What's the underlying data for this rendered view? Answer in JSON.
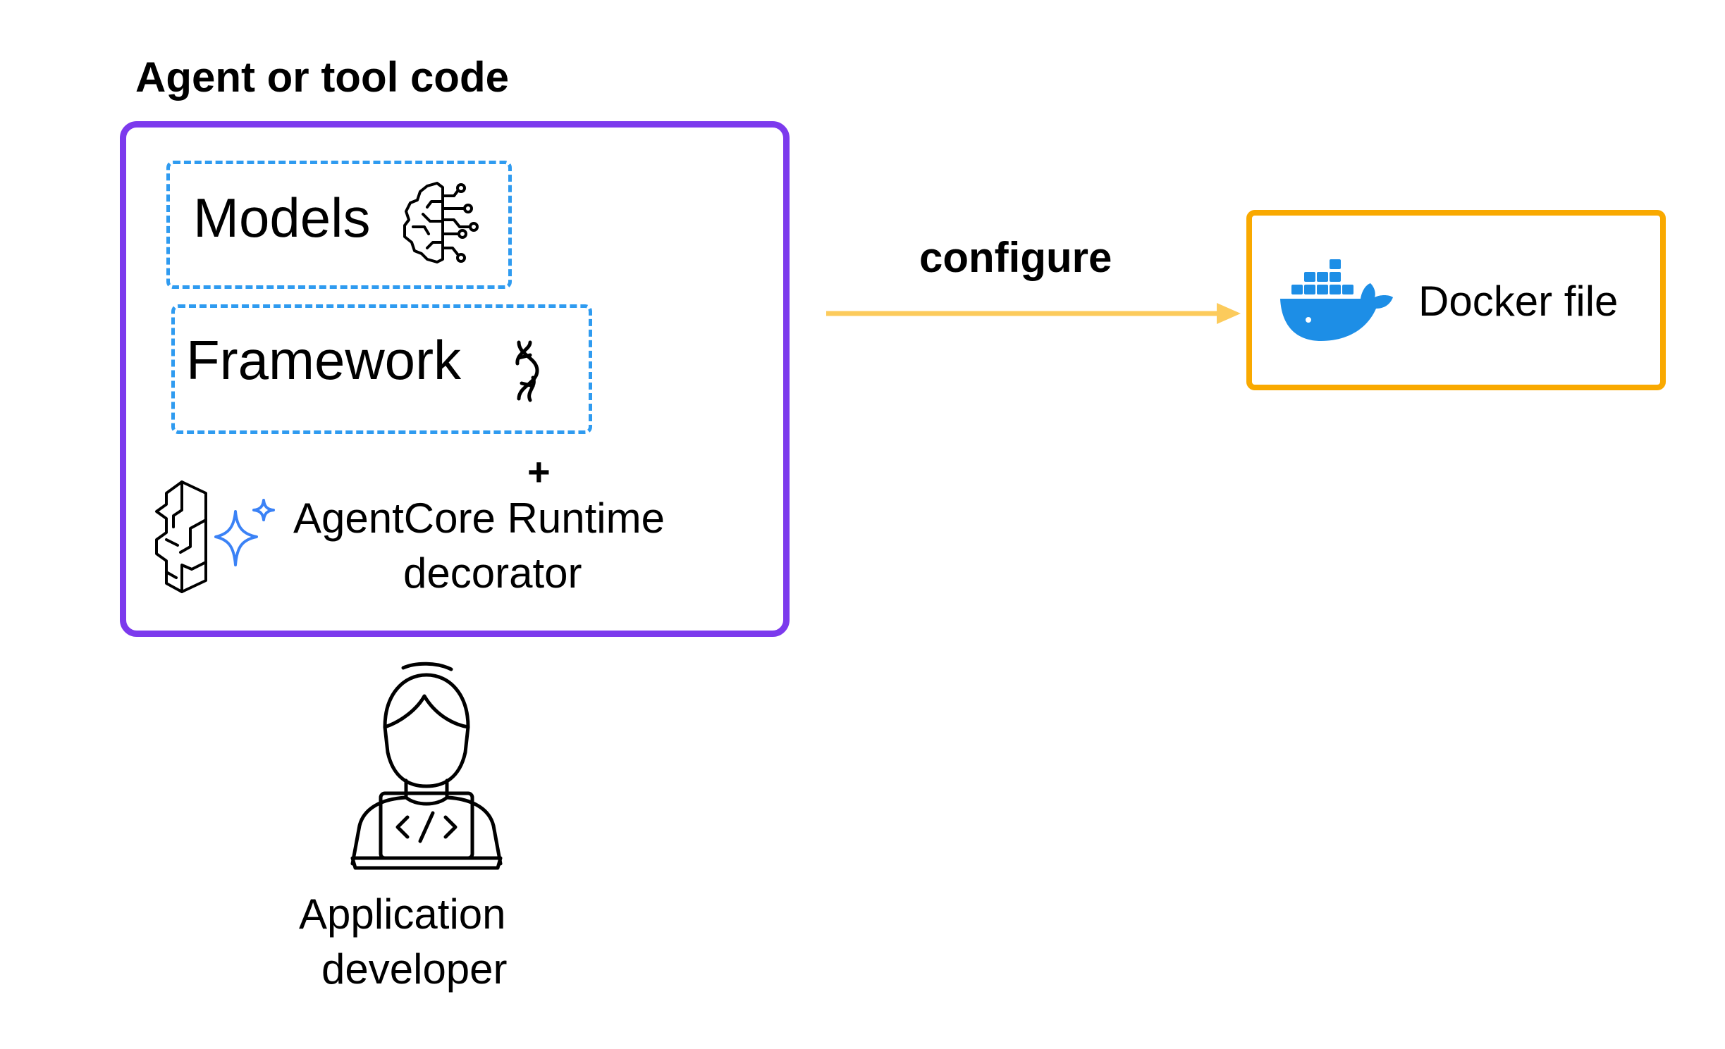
{
  "agent_section": {
    "title": "Agent or tool code",
    "models_label": "Models",
    "framework_label": "Framework",
    "plus": "+",
    "runtime_line1": "AgentCore Runtime",
    "runtime_line2": "decorator"
  },
  "arrow": {
    "label": "configure"
  },
  "docker": {
    "label": "Docker file"
  },
  "developer": {
    "line1": "Application",
    "line2": "developer"
  },
  "colors": {
    "agent_border": "#7c3aed",
    "dashed_border": "#2f9bf0",
    "arrow": "#fccb5c",
    "docker_border": "#f9a900",
    "docker_whale": "#1d8ee6",
    "sparkle": "#3b82f6"
  },
  "icons": [
    "brain-circuit-icon",
    "dna-icon",
    "agentcore-brain-icon",
    "sparkle-icon",
    "docker-whale-icon",
    "developer-laptop-icon"
  ]
}
